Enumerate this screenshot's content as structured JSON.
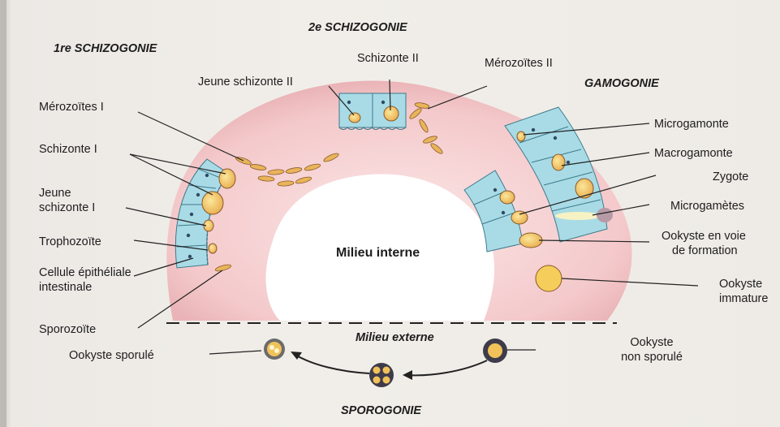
{
  "headers": {
    "schizo1": "1re SCHIZOGONIE",
    "schizo2": "2e SCHIZOGONIE",
    "gamogonie": "GAMOGONIE",
    "sporogonie": "SPOROGONIE"
  },
  "zones": {
    "internal": "Milieu interne",
    "external": "Milieu externe"
  },
  "labels": {
    "schizonte2": "Schizonte II",
    "merozoites2": "Mérozoïtes II",
    "jeune_schizonte2": "Jeune schizonte II",
    "merozoites1": "Mérozoïtes I",
    "schizonte1": "Schizonte I",
    "jeune_schizonte1_a": "Jeune",
    "jeune_schizonte1_b": "schizonte I",
    "trophozoite": "Trophozoïte",
    "cellule_a": "Cellule épithéliale",
    "cellule_b": "intestinale",
    "sporozoite": "Sporozoïte",
    "microgamonte": "Microgamonte",
    "macrogamonte": "Macrogamonte",
    "zygote": "Zygote",
    "microgametes": "Microgamètes",
    "ookyste_formation_a": "Ookyste en voie",
    "ookyste_formation_b": "de formation",
    "ookyste_immature_a": "Ookyste",
    "ookyste_immature_b": "immature",
    "ookyste_sporule": "Ookyste sporulé",
    "ookyste_non_sporule_a": "Ookyste",
    "ookyste_non_sporule_b": "non sporulé"
  },
  "colors": {
    "gut_wall": "#f2c4c6",
    "epithelium": "#a9dbe6",
    "parasite": "#f1c25a",
    "parasite_outline": "#8a5a2b",
    "lumen": "#ffffff"
  }
}
